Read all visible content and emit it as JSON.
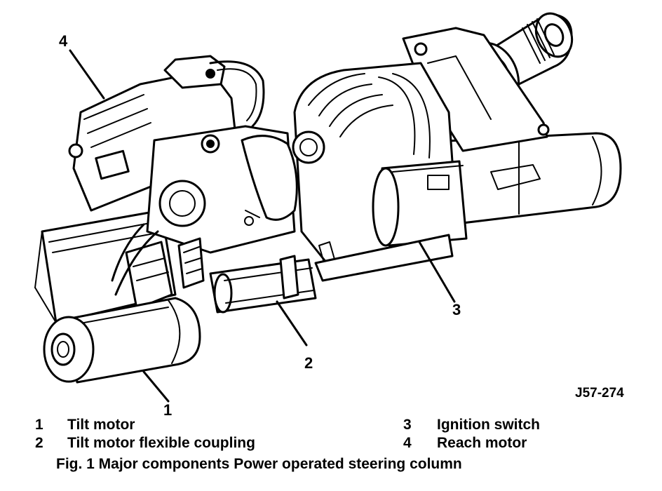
{
  "figure_code": "J57-274",
  "callouts": [
    {
      "number": "1",
      "label": "Tilt motor"
    },
    {
      "number": "2",
      "label": "Tilt motor flexible coupling"
    },
    {
      "number": "3",
      "label": "Ignition switch"
    },
    {
      "number": "4",
      "label": "Reach motor"
    }
  ],
  "caption": "Fig. 1 Major components Power operated steering column"
}
